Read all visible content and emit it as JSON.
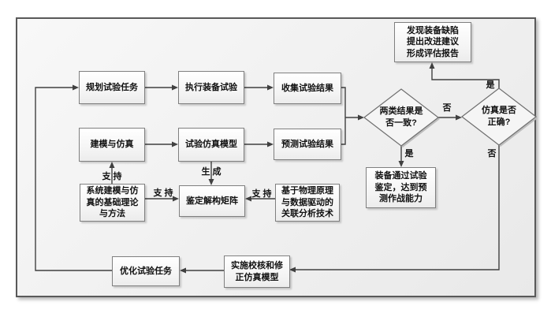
{
  "nodes": {
    "plan": "规划试验任务",
    "execute": "执行装备试验",
    "collect": "收集试验结果",
    "modeling": "建模与仿真",
    "sim_model": "试验仿真模型",
    "predict": "预测试验结果",
    "defect_report": "发现装备缺陷\n提出改进建议\n形成评估报告",
    "equipment_passed": "装备通过试验\n鉴定，达到预\n测作战能力",
    "theory": "系统建模与仿\n真的基础理论\n与方法",
    "matrix": "鉴定解构矩阵",
    "physics": "基于物理原理\n与数据驱动的\n关联分析技术",
    "optimize": "优化试验任务",
    "implement": "实施校核和修\n正仿真模型"
  },
  "decisions": {
    "consistent": "两类结果是\n否一致?",
    "sim_correct": "仿真是否\n正确?"
  },
  "edge_labels": {
    "support": "支 持",
    "generate": "生 成",
    "yes": "是",
    "no": "否"
  },
  "colors": {
    "line": "#404040",
    "box_border": "#7f7f7f",
    "canvas_border": "#595959",
    "canvas_bg": "#f0f0f0"
  }
}
